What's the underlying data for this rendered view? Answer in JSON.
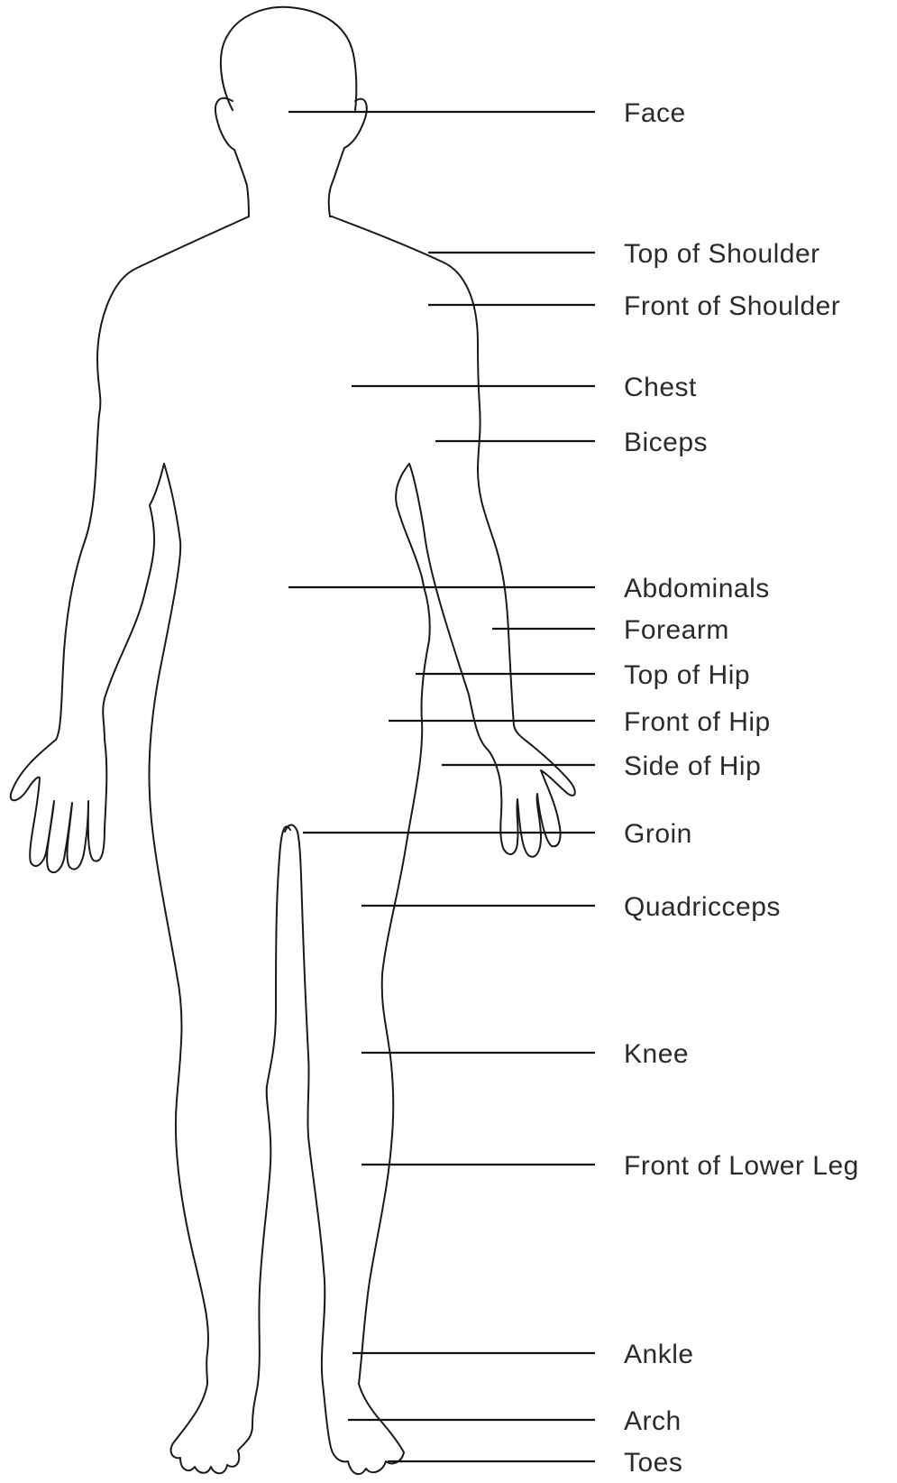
{
  "diagram": {
    "labels": [
      {
        "id": "face",
        "text": "Face"
      },
      {
        "id": "top-of-shoulder",
        "text": "Top of Shoulder"
      },
      {
        "id": "front-of-shoulder",
        "text": "Front of Shoulder"
      },
      {
        "id": "chest",
        "text": "Chest"
      },
      {
        "id": "biceps",
        "text": "Biceps"
      },
      {
        "id": "abdominals",
        "text": "Abdominals"
      },
      {
        "id": "forearm",
        "text": "Forearm"
      },
      {
        "id": "top-of-hip",
        "text": "Top of Hip"
      },
      {
        "id": "front-of-hip",
        "text": "Front of Hip"
      },
      {
        "id": "side-of-hip",
        "text": "Side of Hip"
      },
      {
        "id": "groin",
        "text": "Groin"
      },
      {
        "id": "quadricceps",
        "text": "Quadricceps"
      },
      {
        "id": "knee",
        "text": "Knee"
      },
      {
        "id": "front-of-lower-leg",
        "text": "Front of Lower Leg"
      },
      {
        "id": "ankle",
        "text": "Ankle"
      },
      {
        "id": "arch",
        "text": "Arch"
      },
      {
        "id": "toes",
        "text": "Toes"
      }
    ]
  }
}
